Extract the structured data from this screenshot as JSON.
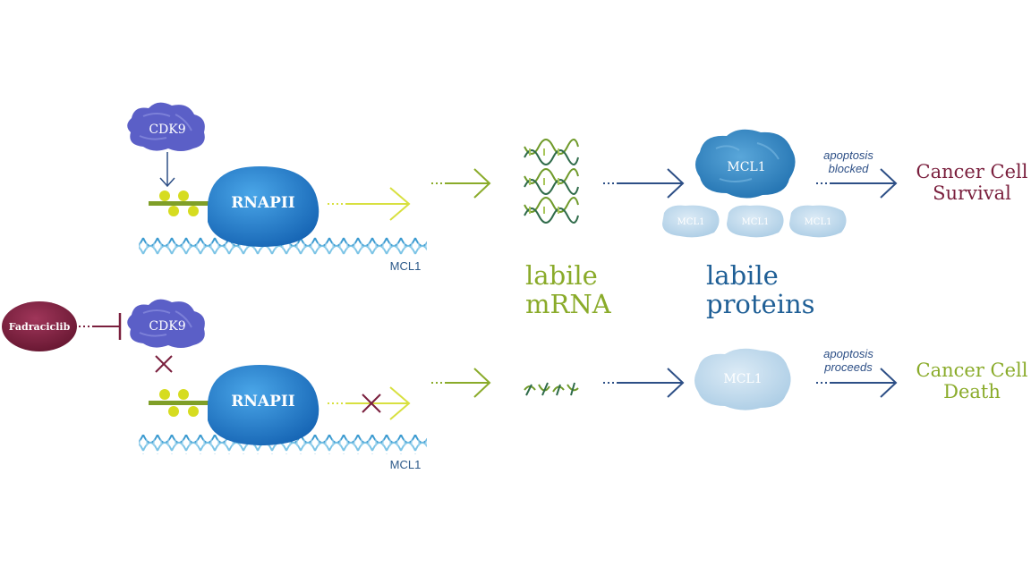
{
  "top_pathway": {
    "kinase": "CDK9",
    "polymerase": "RNAPII",
    "gene": "MCL1",
    "protein_main": "MCL1",
    "protein_small": [
      "MCL1",
      "MCL1",
      "MCL1"
    ],
    "arrow_note_line1": "apoptosis",
    "arrow_note_line2": "blocked",
    "outcome_line1": "Cancer Cell",
    "outcome_line2": "Survival"
  },
  "bottom_pathway": {
    "inhibitor": "Fadraciclib",
    "kinase": "CDK9",
    "polymerase": "RNAPII",
    "gene": "MCL1",
    "protein_main": "MCL1",
    "arrow_note_line1": "apoptosis",
    "arrow_note_line2": "proceeds",
    "outcome_line1": "Cancer Cell",
    "outcome_line2": "Death"
  },
  "labels": {
    "mrna_line1": "labile",
    "mrna_line2": "mRNA",
    "protein_line1": "labile",
    "protein_line2": "proteins"
  },
  "colors": {
    "cdk9": "#5b5fc7",
    "rnapii": "#1e7fcf",
    "dna": "#4aa8d8",
    "phospho": "#d6dc20",
    "green_arrow": "#8aab2a",
    "navy_arrow": "#2d4f86",
    "yellow_arrow": "#d8e040",
    "survival": "#7a1f3d",
    "death": "#8aab2a",
    "protein": "#2f86c4",
    "protein_faded": "#bcd7ea",
    "inhibitor": "#7a1f3d"
  }
}
